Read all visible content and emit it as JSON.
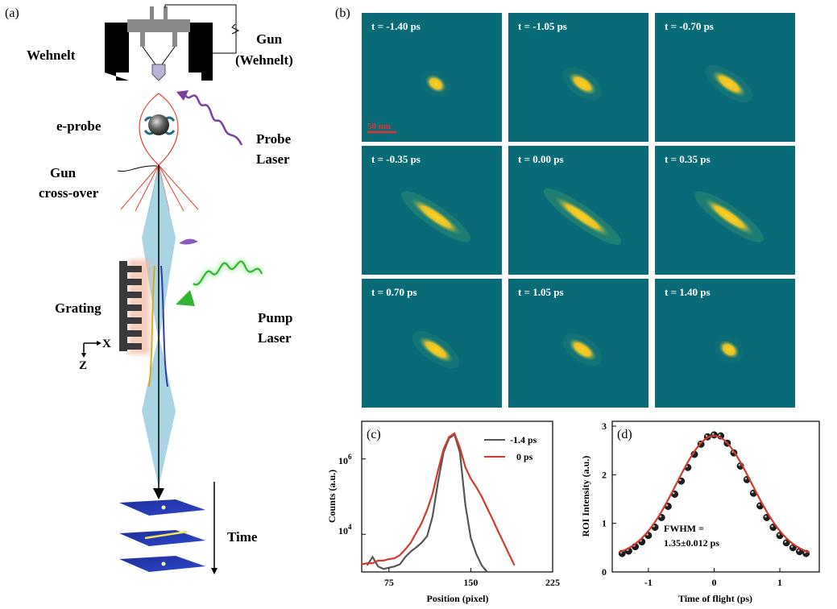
{
  "panel_a": {
    "label": "(a)",
    "wehnelt": "Wehnelt",
    "gun_line1": "Gun",
    "gun_line2": "(Wehnelt)",
    "eprobe": "e-probe",
    "probe_line1": "Probe",
    "probe_line2": "Laser",
    "crossover_line1": "Gun",
    "crossover_line2": "cross-over",
    "grating": "Grating",
    "pump_line1": "Pump",
    "pump_line2": "Laser",
    "axis_x": "X",
    "axis_z": "Z",
    "time": "Time",
    "colors": {
      "beam": "#9ecfe0",
      "probe_laser": "#7a3fa0",
      "pump_laser": "#2fb52f",
      "grating": "#3a3a3a"
    }
  },
  "panel_b": {
    "label": "(b)",
    "scale_bar": "50 nm",
    "background": "#0a6b78",
    "tiles": [
      {
        "label": "t = -1.40 ps",
        "elong": 0.1
      },
      {
        "label": "t = -1.05 ps",
        "elong": 0.3
      },
      {
        "label": "t = -0.70 ps",
        "elong": 0.45
      },
      {
        "label": "t = -0.35 ps",
        "elong": 0.85
      },
      {
        "label": "t = 0.00 ps",
        "elong": 1.0
      },
      {
        "label": "t = 0.35 ps",
        "elong": 0.85
      },
      {
        "label": "t = 0.70 ps",
        "elong": 0.45
      },
      {
        "label": "t = 1.05 ps",
        "elong": 0.3
      },
      {
        "label": "t = 1.40 ps",
        "elong": 0.1
      }
    ]
  },
  "chart_data": [
    {
      "panel": "(c)",
      "type": "line",
      "xlabel": "Position (pixel)",
      "ylabel": "Counts (a.u.)",
      "xlim": [
        50,
        225
      ],
      "xticks": [
        "75",
        "150",
        "225"
      ],
      "ytick_labels": [
        "10",
        "10"
      ],
      "ytick_exponents": [
        "4",
        "6"
      ],
      "yscale": "log",
      "ylim": [
        1000,
        10000000
      ],
      "legend_position": "top-right",
      "series": [
        {
          "name": "-1.4 ps",
          "color": "#555555",
          "x": [
            55,
            60,
            65,
            70,
            75,
            80,
            85,
            90,
            95,
            100,
            105,
            110,
            115,
            120,
            125,
            130,
            135,
            140,
            145,
            150,
            155,
            160,
            165
          ],
          "y": [
            1500,
            2500,
            1400,
            1200,
            1300,
            1400,
            1600,
            2500,
            3500,
            4500,
            6000,
            9000,
            30000,
            250000,
            1500000,
            3500000,
            4500000,
            1500000,
            60000,
            8000,
            3000,
            1500,
            1000
          ]
        },
        {
          "name": "0 ps",
          "color": "#d03a2f",
          "x": [
            50,
            55,
            60,
            65,
            70,
            75,
            80,
            85,
            90,
            95,
            100,
            105,
            110,
            115,
            120,
            125,
            130,
            135,
            140,
            145,
            150,
            155,
            160,
            165,
            170,
            175,
            180,
            185,
            190
          ],
          "y": [
            1600,
            1700,
            1700,
            2000,
            2000,
            2200,
            2300,
            2800,
            4000,
            6000,
            11000,
            20000,
            45000,
            120000,
            500000,
            1800000,
            3800000,
            4800000,
            2000000,
            600000,
            300000,
            180000,
            100000,
            50000,
            25000,
            12000,
            6000,
            3000,
            1500
          ]
        }
      ]
    },
    {
      "panel": "(d)",
      "type": "scatter",
      "xlabel": "Time of flight (ps)",
      "ylabel": "ROI Intensity (a.u.)",
      "xlim": [
        -1.55,
        1.6
      ],
      "ylim": [
        0,
        3.1
      ],
      "xticks": [
        "-1",
        "0",
        "1"
      ],
      "yticks": [
        "0",
        "1",
        "2",
        "3"
      ],
      "annotation_line1": "FWHM =",
      "annotation_line2": "1.35±0.012 ps",
      "points": {
        "x": [
          -1.4,
          -1.3,
          -1.2,
          -1.1,
          -1.0,
          -0.9,
          -0.8,
          -0.7,
          -0.6,
          -0.5,
          -0.4,
          -0.3,
          -0.2,
          -0.1,
          0.0,
          0.1,
          0.2,
          0.3,
          0.4,
          0.5,
          0.6,
          0.7,
          0.8,
          0.9,
          1.0,
          1.1,
          1.2,
          1.3,
          1.4
        ],
        "y": [
          0.38,
          0.43,
          0.52,
          0.62,
          0.75,
          0.92,
          1.12,
          1.35,
          1.6,
          1.87,
          2.15,
          2.42,
          2.63,
          2.78,
          2.82,
          2.8,
          2.65,
          2.45,
          2.18,
          1.9,
          1.62,
          1.36,
          1.12,
          0.92,
          0.75,
          0.6,
          0.5,
          0.42,
          0.38
        ]
      },
      "fit": {
        "color": "#d03a2f",
        "center": 0,
        "amplitude": 2.5,
        "sigma": 0.573,
        "offset": 0.3
      }
    }
  ]
}
